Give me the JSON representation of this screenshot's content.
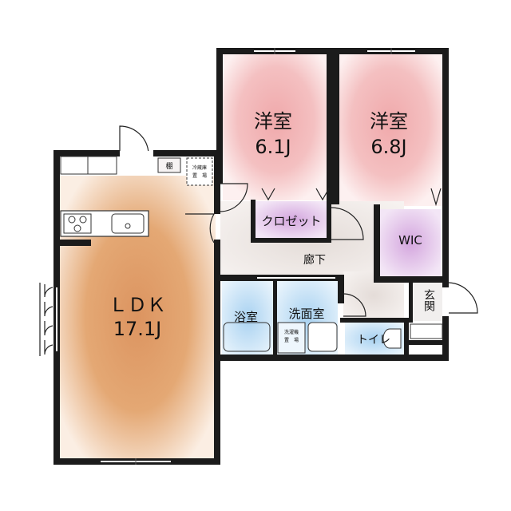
{
  "rooms": {
    "ldk": {
      "name": "ＬＤＫ",
      "size": "17.1J"
    },
    "west1": {
      "name": "洋室",
      "size": "6.1J"
    },
    "west2": {
      "name": "洋室",
      "size": "6.8J"
    },
    "closet": {
      "name": "クロゼット"
    },
    "wic": {
      "name": "WIC"
    },
    "corridor": {
      "name": "廊下"
    },
    "bath": {
      "name": "浴室"
    },
    "washroom": {
      "name": "洗面室"
    },
    "toilet": {
      "name": "トイレ"
    },
    "entrance": {
      "name": "玄関"
    },
    "shelf": {
      "name": "棚"
    },
    "fridge": {
      "line1": "冷蔵庫",
      "line2": "置　場"
    },
    "washer": {
      "line1": "洗濯機",
      "line2": "置　場"
    }
  },
  "colors": {
    "ldk": "#e3a36f",
    "west": "#f2b3b5",
    "wic": "#d7aee0",
    "corridor": "#e8e1dd",
    "wet": "#b9d9f2",
    "wall": "#1b1b1b"
  }
}
